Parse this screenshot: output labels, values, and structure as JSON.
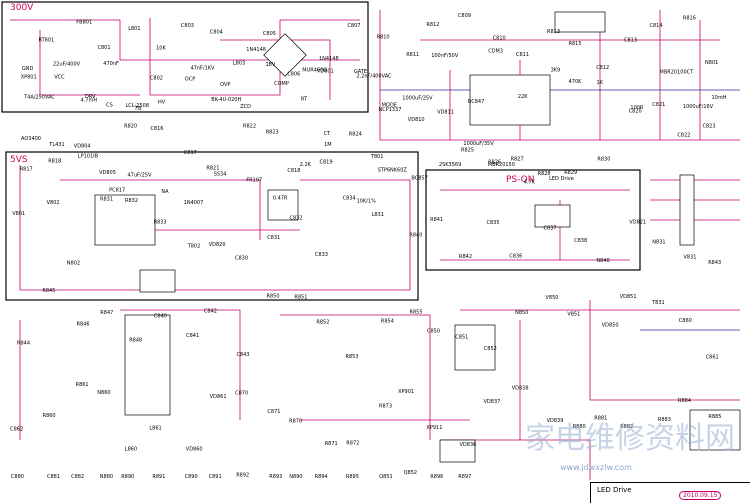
{
  "sections": {
    "power_in": "300V",
    "standby": "5VS",
    "ps_on": "PS-ON"
  },
  "refs": [
    "XP801",
    "RT801",
    "FB801",
    "C801",
    "L801",
    "C802",
    "C803",
    "C804",
    "L803",
    "C805",
    "C806",
    "VD801",
    "C807",
    "R810",
    "R811",
    "R812",
    "C809",
    "C810",
    "C811",
    "R813",
    "R815",
    "C812",
    "C813",
    "C814",
    "R816",
    "N801",
    "R817",
    "R818",
    "VD804",
    "VD805",
    "R820",
    "C816",
    "C817",
    "R821",
    "R822",
    "R823",
    "C818",
    "C819",
    "R824",
    "T801",
    "VD810",
    "VD811",
    "R825",
    "R826",
    "R827",
    "R828",
    "R829",
    "R830",
    "C820",
    "C821",
    "C822",
    "C823",
    "V801",
    "V802",
    "N802",
    "R831",
    "R832",
    "R833",
    "T802",
    "VD820",
    "C830",
    "C831",
    "C832",
    "C833",
    "C834",
    "L831",
    "R840",
    "R841",
    "R842",
    "C835",
    "C836",
    "C837",
    "C838",
    "N840",
    "VD821",
    "N831",
    "V831",
    "R843",
    "R844",
    "R845",
    "R846",
    "R847",
    "R848",
    "C840",
    "C841",
    "C842",
    "C843",
    "R850",
    "R851",
    "R852",
    "R853",
    "R854",
    "R855",
    "C850",
    "C851",
    "C852",
    "N850",
    "V850",
    "V851",
    "VD850",
    "VD851",
    "T831",
    "C860",
    "C861",
    "C862",
    "R860",
    "R861",
    "N860",
    "L860",
    "L861",
    "VD860",
    "VD861",
    "C870",
    "C871",
    "R870",
    "R871",
    "R872",
    "R873",
    "XP901",
    "XP911",
    "VD836",
    "VD837",
    "VD838",
    "VD839",
    "R880",
    "R881",
    "R882",
    "R883",
    "R884",
    "R885",
    "C880",
    "C881",
    "C882",
    "N880",
    "R890",
    "R891",
    "C890",
    "C891",
    "R892",
    "R893",
    "N890",
    "R894",
    "R895",
    "Q851",
    "Q852",
    "R896",
    "R897"
  ],
  "values": [
    "T4A/250VAC",
    "22uF/400V",
    "4.7mH",
    "470nF",
    "LCL-2508",
    "10K",
    "47nF/1KV",
    "BK-4U-020H",
    "1N4148",
    "18V",
    "MUR460G",
    "1N4148",
    "2.2nF/400VAC",
    "NCP1337",
    "1000uF/25V",
    "100nF/50V",
    "BC847",
    "CDM3",
    "22K",
    "3K9",
    "470K",
    "1K",
    "100R",
    "MBR20100CT",
    "1000uF/16V",
    "10mH",
    "AO3400",
    "TL431",
    "LP101IB",
    "PC817",
    "47uF/25V",
    "NA",
    "1N4007",
    "SS34",
    "FR107",
    "0.47R",
    "2.2K",
    "1M",
    "10K/1%",
    "STP6NK60Z",
    "BC857",
    "2SK3569",
    "1000uF/35V",
    "MBR20150",
    "4.7K",
    "LED Drive"
  ],
  "pin_labels": [
    "GND",
    "VCC",
    "DRV",
    "CS",
    "FB",
    "HV",
    "OCP",
    "OVP",
    "ZCD",
    "COMP",
    "RT",
    "CT",
    "GATE",
    "MODE"
  ],
  "watermark": "家电维修资料网",
  "watermark_url": "www.jdwxzlw.com",
  "footer": {
    "title": "LED Drive",
    "date": "2010.09.15"
  },
  "colors": {
    "wire": "#c8006a",
    "wire_secondary": "#2b2b9a",
    "frame": "#000000",
    "watermark": "#9ab0d4"
  }
}
